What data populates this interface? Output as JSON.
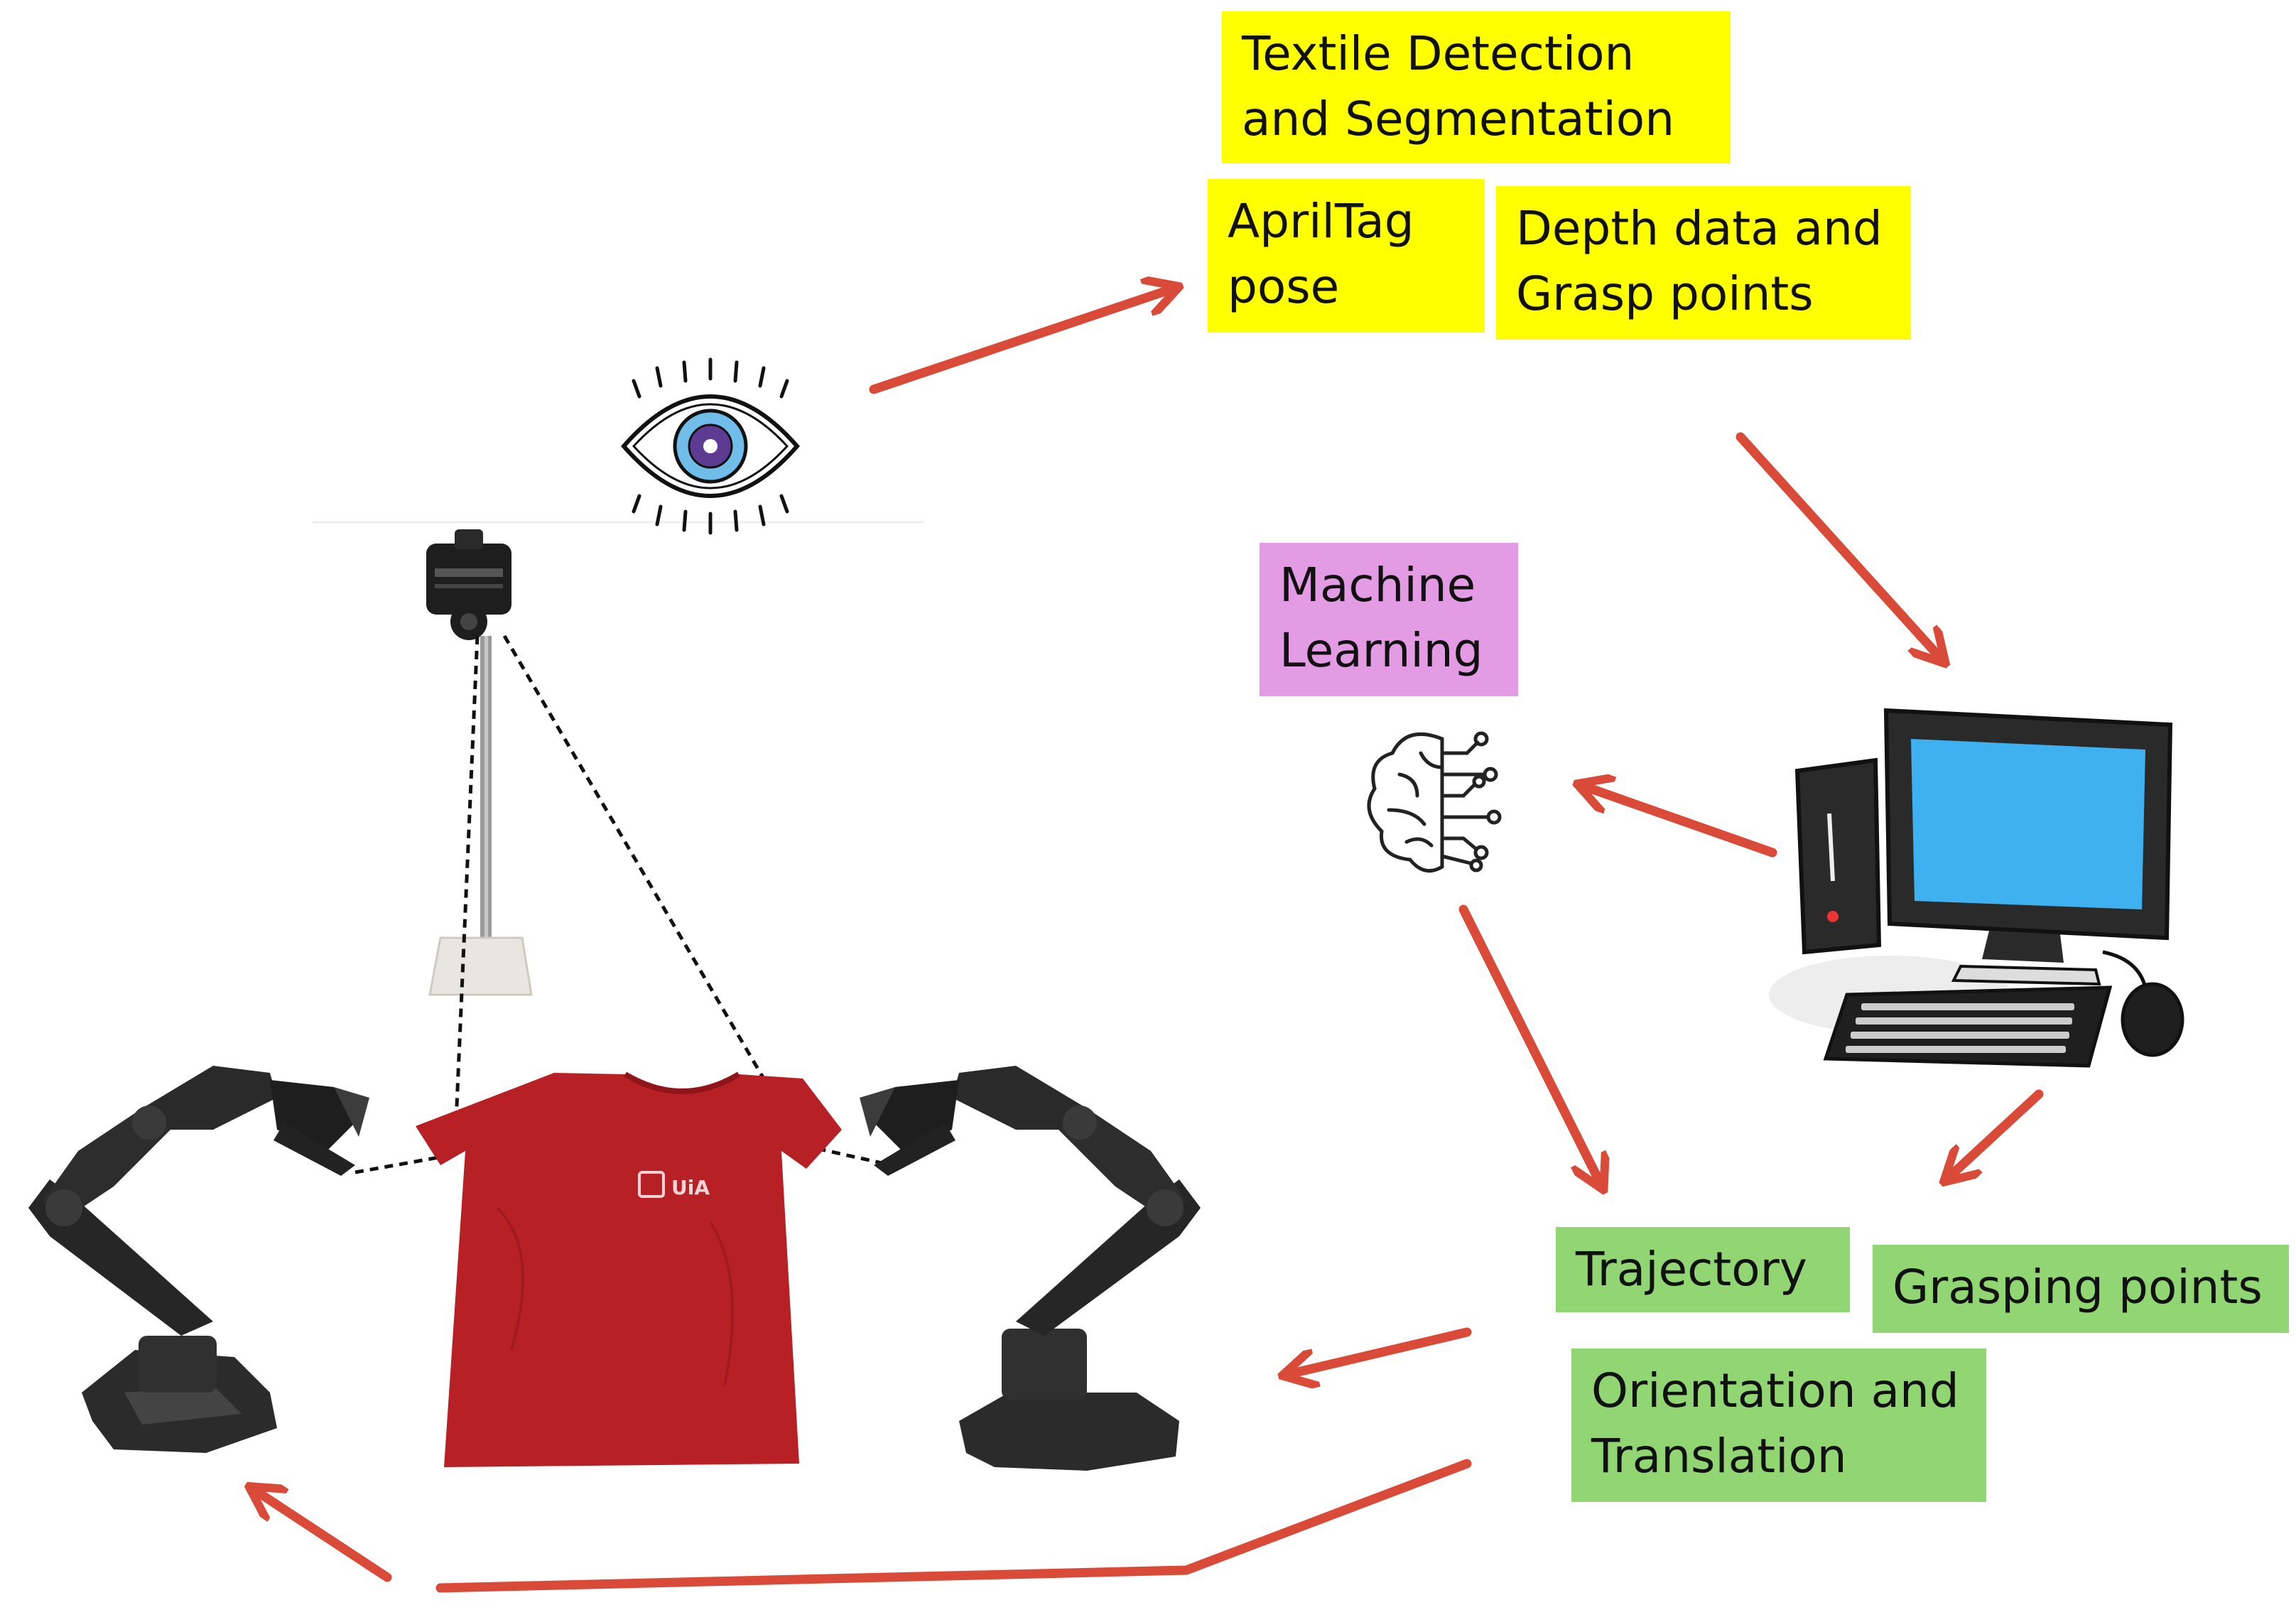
{
  "colors": {
    "arrow": "#d94a38",
    "yellow_box": "#ffff00",
    "pink_box": "#e39be3",
    "green_box": "#92d674",
    "shirt": "#b72025",
    "robot": "#2b2b2b",
    "eye_iris": "#6fbde8",
    "screen": "#3fb0f0"
  },
  "perception": {
    "textile_detection": [
      "Textile Detection",
      "and Segmentation"
    ],
    "apriltag_pose": [
      "AprilTag",
      "pose"
    ],
    "depth_grasp": [
      "Depth data and",
      "Grasp points"
    ]
  },
  "learning": {
    "machine_learning": [
      "Machine",
      "Learning"
    ]
  },
  "outputs": {
    "trajectory": "Trajectory",
    "grasping_points": "Grasping points",
    "orientation_translation": [
      "Orientation and",
      "Translation"
    ]
  },
  "shirt_logo": "UiA",
  "icons": [
    "eye-icon",
    "camera-icon",
    "brain-circuit-icon",
    "computer-icon",
    "robot-arm-icon",
    "tshirt-icon"
  ]
}
